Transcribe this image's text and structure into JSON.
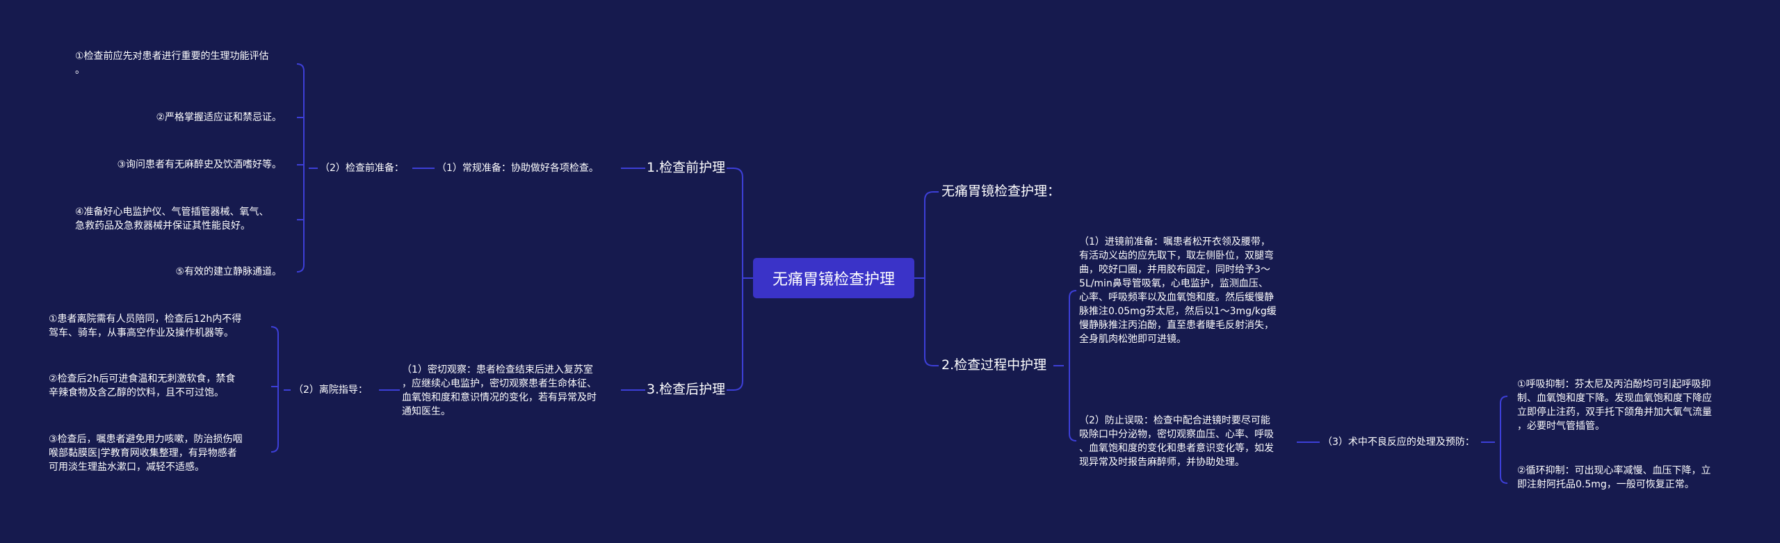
{
  "mindmap": {
    "root": "无痛胃镜检查护理",
    "left": {
      "pre": {
        "title": "1.检查前护理",
        "routine": "（1）常规准备：协助做好各项检查。",
        "prep": "（2）检查前准备：",
        "items": [
          "①检查前应先对患者进行重要的生理功能评估\n。",
          "②严格掌握适应证和禁忌证。",
          "③询问患者有无麻醉史及饮酒嗜好等。",
          "④准备好心电监护仪、气管插管器械、氧气、\n急救药品及急救器械并保证其性能良好。",
          "⑤有效的建立静脉通道。"
        ]
      },
      "post": {
        "title": "3.检查后护理",
        "observe": "（1）密切观察：患者检查结束后进入复苏室\n，应继续心电监护，密切观察患者生命体征、\n血氧饱和度和意识情况的变化，若有异常及时\n通知医生。",
        "discharge": "（2）离院指导：",
        "items": [
          "①患者离院需有人员陪同，检查后12h内不得\n驾车、骑车，从事高空作业及操作机器等。",
          "②检查后2h后可进食温和无刺激软食，禁食\n辛辣食物及含乙醇的饮料，且不可过饱。",
          "③检查后，嘱患者避免用力咳嗽，防治损伤咽\n喉部黏膜医|学教育网收集整理，有异物感者\n可用淡生理盐水漱口，减轻不适感。"
        ]
      }
    },
    "right": {
      "topic": "无痛胃镜检查护理：",
      "during": {
        "title": "2.检查过程中护理",
        "entry": "（1）进镜前准备：嘱患者松开衣领及腰带，\n有活动义齿的应先取下，取左侧卧位，双腿弯\n曲，咬好口圈，并用胶布固定，同时给予3～\n5L/min鼻导管吸氧，心电监护，监测血压、\n心率、呼吸频率以及血氧饱和度。然后缓慢静\n脉推注0.05mg芬太尼，然后以1～3mg/kg缓\n慢静脉推注丙泊酚，直至患者睫毛反射消失，\n全身肌肉松弛即可进镜。",
        "prevent": "（2）防止误吸：检查中配合进镜时要尽可能\n吸除口中分泌物，密切观察血压、心率、呼吸\n、血氧饱和度的变化和患者意识变化等，如发\n现异常及时报告麻醉师，并协助处理。",
        "adverse": "（3）术中不良反应的处理及预防：",
        "items": [
          "①呼吸抑制：芬太尼及丙泊酚均可引起呼吸抑\n制、血氧饱和度下降。发现血氧饱和度下降应\n立即停止注药，双手托下颌角并加大氧气流量\n，必要时气管插管。",
          "②循环抑制：可出现心率减慢、血压下降，立\n即注射阿托品0.5mg，一般可恢复正常。"
        ]
      }
    },
    "colors": {
      "background": "#161a4e",
      "root_fill": "#3a33c8",
      "link": "#3d3fd8",
      "text": "#ffffff"
    }
  }
}
